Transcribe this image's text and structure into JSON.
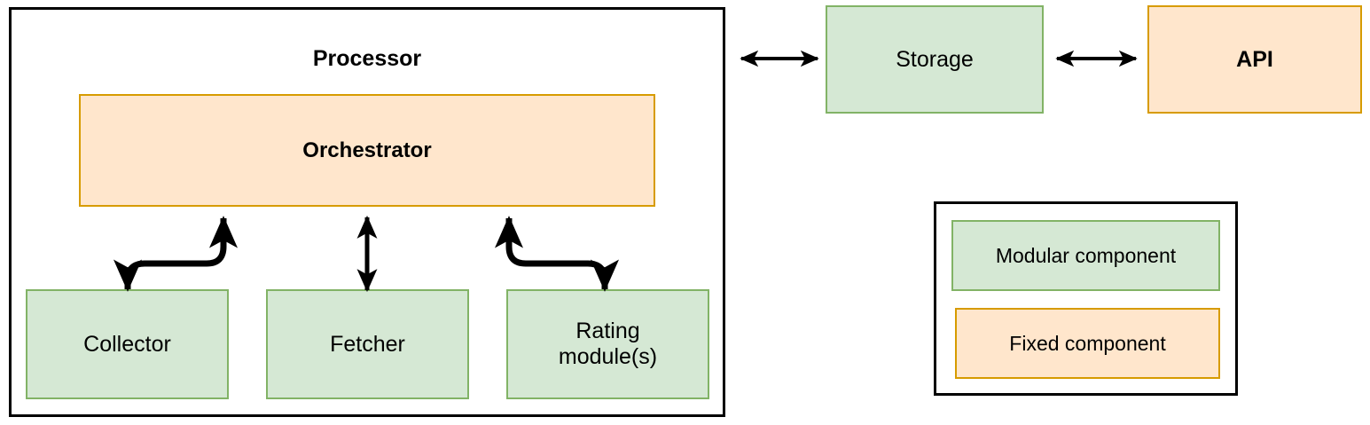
{
  "diagram": {
    "title_text": "Processor",
    "processor": {
      "label": "Processor",
      "orchestrator": {
        "label": "Orchestrator"
      },
      "modules": [
        {
          "label": "Collector"
        },
        {
          "label": "Fetcher"
        },
        {
          "label": "Rating\nmodule(s)"
        }
      ]
    },
    "storage": {
      "label": "Storage"
    },
    "api": {
      "label": "API"
    },
    "legend": {
      "items": [
        {
          "label": "Modular component",
          "kind": "modular"
        },
        {
          "label": "Fixed component",
          "kind": "fixed"
        }
      ]
    },
    "connectors": [
      {
        "name": "processor-storage",
        "type": "double-arrow"
      },
      {
        "name": "storage-api",
        "type": "double-arrow"
      },
      {
        "name": "orchestrator-collector",
        "type": "s-curve-double"
      },
      {
        "name": "orchestrator-fetcher",
        "type": "double-arrow-vertical"
      },
      {
        "name": "orchestrator-rating",
        "type": "s-curve-double"
      }
    ],
    "colors": {
      "modular_fill": "#d5e8d4",
      "modular_stroke": "#82b366",
      "fixed_fill": "#ffe6cc",
      "fixed_stroke": "#d79b00",
      "container_stroke": "#000000",
      "connector": "#000000",
      "background": "#ffffff"
    }
  }
}
